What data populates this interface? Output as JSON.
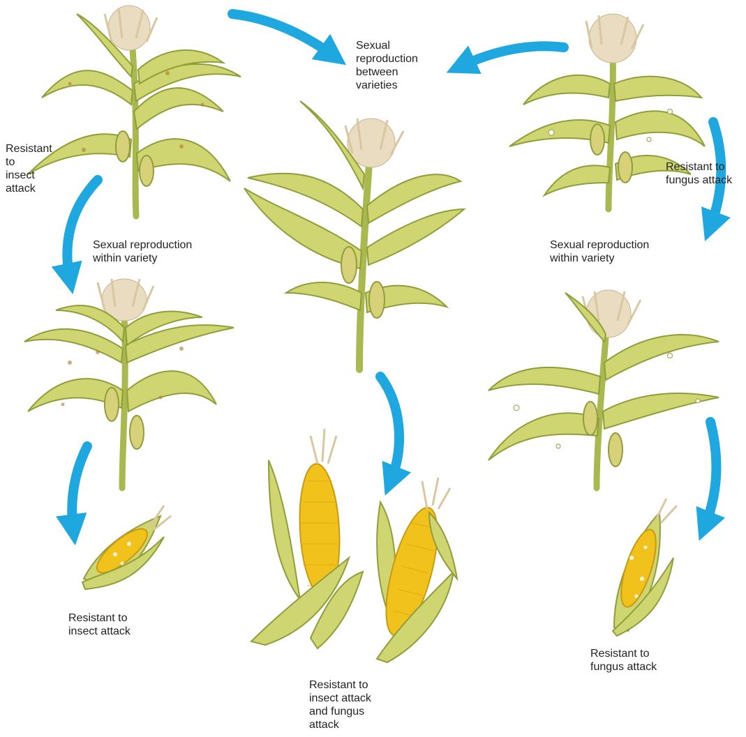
{
  "labels": {
    "between_varieties": "Sexual\nreproduction\nbetween\nvarieties",
    "left_top_trait": "Resistant\nto\ninsect\nattack",
    "left_within_variety": "Sexual reproduction\nwithin variety",
    "left_bottom_trait": "Resistant to\ninsect attack",
    "right_top_trait": "Resistant to\nfungus attack",
    "right_within_variety": "Sexual reproduction\nwithin variety",
    "right_bottom_trait": "Resistant to\nfungus attack",
    "center_bottom_trait": "Resistant to\ninsect attack\nand fungus\nattack"
  },
  "colors": {
    "arrow": "#1fa8e0",
    "leaf": "#c9d36a",
    "leaf_dark": "#8f9e3a",
    "stem": "#b5c45a",
    "tassel": "#efe3c7",
    "kernel": "#f2c21c",
    "spot": "#b0782e",
    "text": "#222222"
  },
  "icons": [
    "corn-plant-icon",
    "corn-cob-icon",
    "arrow-icon"
  ]
}
